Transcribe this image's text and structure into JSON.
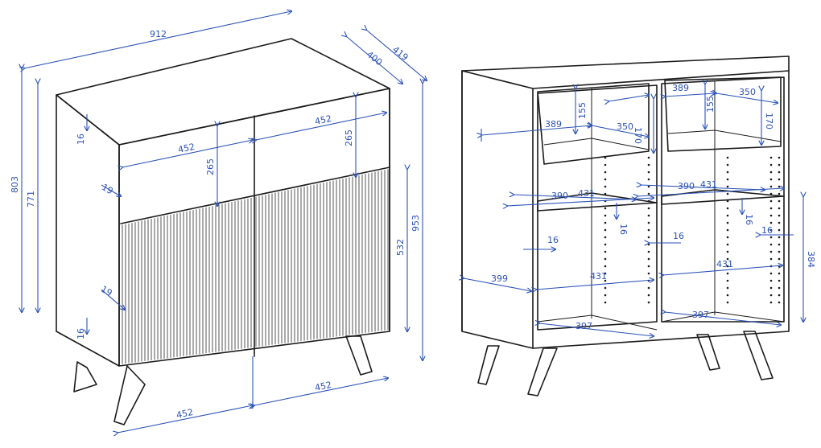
{
  "left_view": {
    "overall_width": "912",
    "overall_depth": "419",
    "inner_depth": "400",
    "overall_height": "953",
    "body_height_803": "803",
    "body_height_771": "771",
    "top_thickness": "16",
    "bottom_thickness": "16",
    "front_offset_top": "19",
    "front_offset_mid": "19",
    "drawer_width_left": "452",
    "drawer_width_right": "452",
    "drawer_height_left": "265",
    "drawer_height_right": "265",
    "door_height": "532",
    "door_width_left": "452",
    "door_width_right": "452"
  },
  "right_view": {
    "depth_399": "399",
    "shelf_width_left": "431",
    "shelf_width_right": "431",
    "shelf_depth_left": "390",
    "shelf_depth_right": "390",
    "bottom_depth_left": "397",
    "bottom_depth_right": "397",
    "inner_height_384": "384",
    "drawer_outer_depth_left": "389",
    "drawer_outer_depth_right": "389",
    "drawer_inner_depth_left": "350",
    "drawer_inner_depth_right": "350",
    "drawer_height_left": "155",
    "drawer_height_right": "155",
    "drawer_front_left": "170",
    "drawer_front_right": "170",
    "divider_thickness": "16",
    "shelf_thickness_a": "16",
    "shelf_thickness_b": "16",
    "side_thickness": "16",
    "panel_thickness_16": "16"
  },
  "colors": {
    "dimension": "#2b52b8",
    "outline": "#1a1a1a"
  }
}
